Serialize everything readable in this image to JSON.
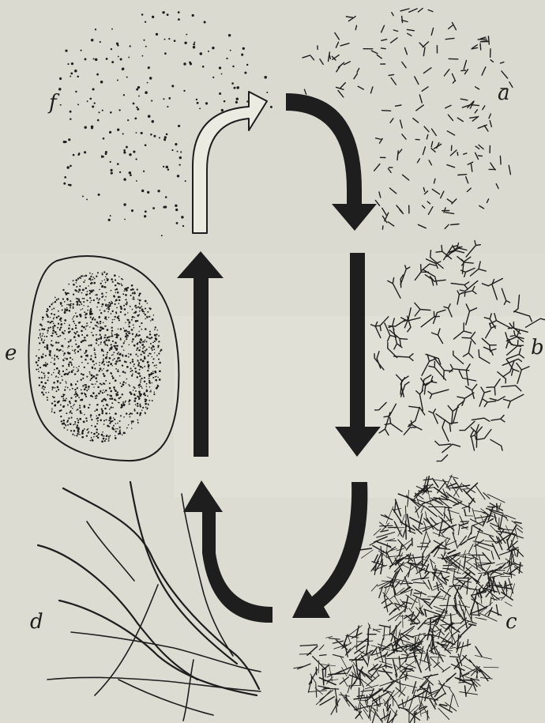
{
  "labels": {
    "a": "a",
    "b": "b",
    "c": "c",
    "d": "d",
    "e": "e",
    "f": "f"
  },
  "colors": {
    "paper": "#dcdcd2",
    "ink": "#1e1e1e",
    "open_arrow_fill": "#ecebe2"
  }
}
